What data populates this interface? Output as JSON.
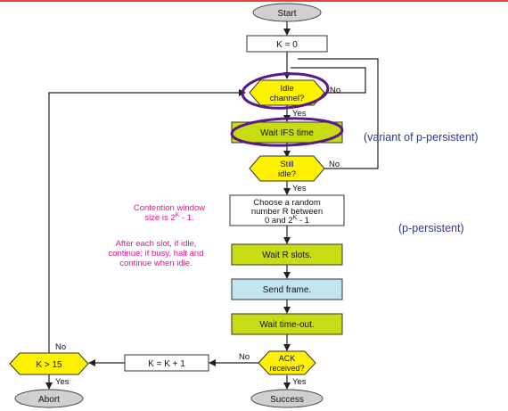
{
  "colors": {
    "accent_line": "#e0453a",
    "node_green": "#c8dc14",
    "node_yellow": "#fff200",
    "node_blue": "#c4e4ee",
    "terminal_gray": "#cfcfd4",
    "annotation_pink": "#e8138a",
    "annotation_blue": "#2c3a8f",
    "highlight_purple": "#5a1a8a"
  },
  "nodes": {
    "start": "Start",
    "init": "K = 0",
    "idle_l1": "Idle",
    "idle_l2": "channel?",
    "wait_ifs": "Wait IFS time",
    "still_l1": "Still",
    "still_l2": "idle?",
    "choose_l1": "Choose a random",
    "choose_l2": "number R between",
    "choose_l3a": "0 and 2",
    "choose_sup": "K",
    "choose_l3b": " - 1",
    "wait_r": "Wait R slots.",
    "send": "Send frame.",
    "timeout": "Wait time-out.",
    "ack_l1": "ACK",
    "ack_l2": "received?",
    "inc": "K = K + 1",
    "kcheck": "K > 15",
    "abort": "Abort",
    "success": "Success"
  },
  "edge_labels": {
    "idle_no": "No",
    "idle_yes": "Yes",
    "still_no": "No",
    "still_yes": "Yes",
    "ack_no": "No",
    "ack_yes": "Yes",
    "k_no": "No",
    "k_yes": "Yes"
  },
  "notes": {
    "contention_l1": "Contention window",
    "contention_l2a": "size is 2",
    "contention_sup": "K",
    "contention_l2b": " - 1.",
    "slot_l1": "After each slot, if idle,",
    "slot_l2": "continue; if busy, halt and",
    "slot_l3": "continue when idle."
  },
  "side_labels": {
    "variant": "(variant of p-persistent)",
    "ppersistent": "(p-persistent)"
  }
}
